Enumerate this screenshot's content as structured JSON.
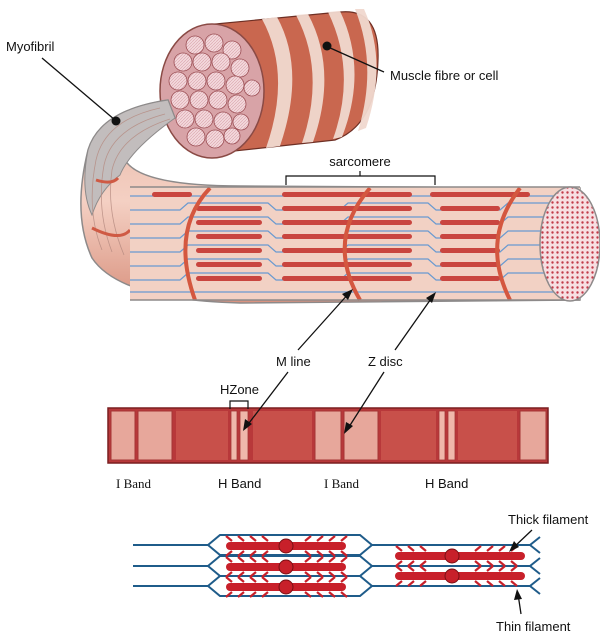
{
  "labels": {
    "myofibril": "Myofibril",
    "muscle_fibre": "Muscle fibre or cell",
    "sarcomere": "sarcomere",
    "m_line": "M line",
    "z_disc": "Z disc",
    "h_zone": "HZone",
    "i_band_1": "I Band",
    "h_band_1": "H Band",
    "i_band_2": "I Band",
    "h_band_2": "H Band",
    "thick_filament": "Thick filament",
    "thin_filament": "Thin filament"
  },
  "colors": {
    "muscle_red": "#c9453f",
    "muscle_light": "#e9a18f",
    "muscle_pale": "#f3c9bb",
    "fibre_grey": "#b8b3b3",
    "thin_filament_blue": "#1f5c8a",
    "myosin_red": "#c8202a",
    "outline": "#111111"
  }
}
